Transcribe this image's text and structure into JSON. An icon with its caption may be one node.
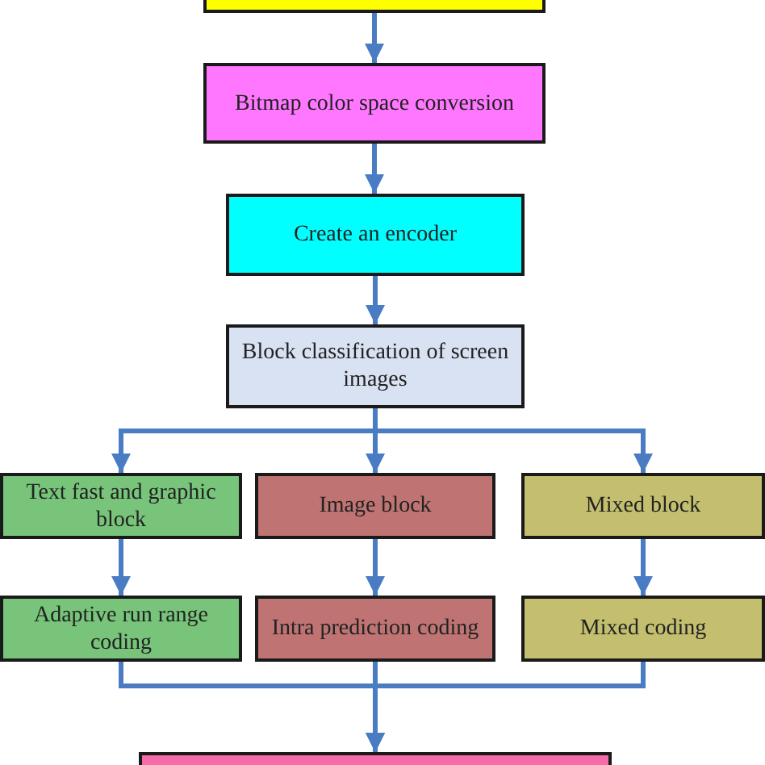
{
  "diagram": {
    "nodes": [
      {
        "text": [],
        "shape": "box"
      },
      {
        "text": [
          "Bitmap color space conversion"
        ]
      },
      {
        "text": [
          "Create an encoder"
        ]
      },
      {
        "text": [
          "Block classification of screen images"
        ]
      },
      {
        "text": [
          "Text fast and graphic block"
        ]
      },
      {
        "text": [
          "Image block"
        ]
      },
      {
        "text": [
          "Mixed block"
        ]
      },
      {
        "text": [
          "Adaptive run range coding"
        ]
      },
      {
        "text": [
          "Intra prediction coding"
        ]
      },
      {
        "text": [
          "Mixed coding"
        ]
      },
      {
        "text": [],
        "shape": "box"
      }
    ],
    "edges": [
      {
        "from": 0,
        "to": 1,
        "arrow": "to"
      },
      {
        "from": 1,
        "to": 2,
        "arrow": "to"
      },
      {
        "from": 2,
        "to": 3,
        "arrow": "to"
      },
      {
        "from": 3,
        "to": 4,
        "arrow": "to"
      },
      {
        "from": 3,
        "to": 5,
        "arrow": "to"
      },
      {
        "from": 3,
        "to": 6,
        "arrow": "to"
      },
      {
        "from": 4,
        "to": 7,
        "arrow": "to"
      },
      {
        "from": 5,
        "to": 8,
        "arrow": "to"
      },
      {
        "from": 6,
        "to": 9,
        "arrow": "to"
      },
      {
        "from": 7,
        "to": 10,
        "arrow": "to"
      },
      {
        "from": 8,
        "to": 10,
        "arrow": "to"
      },
      {
        "from": 9,
        "to": 10,
        "arrow": "to"
      }
    ]
  }
}
